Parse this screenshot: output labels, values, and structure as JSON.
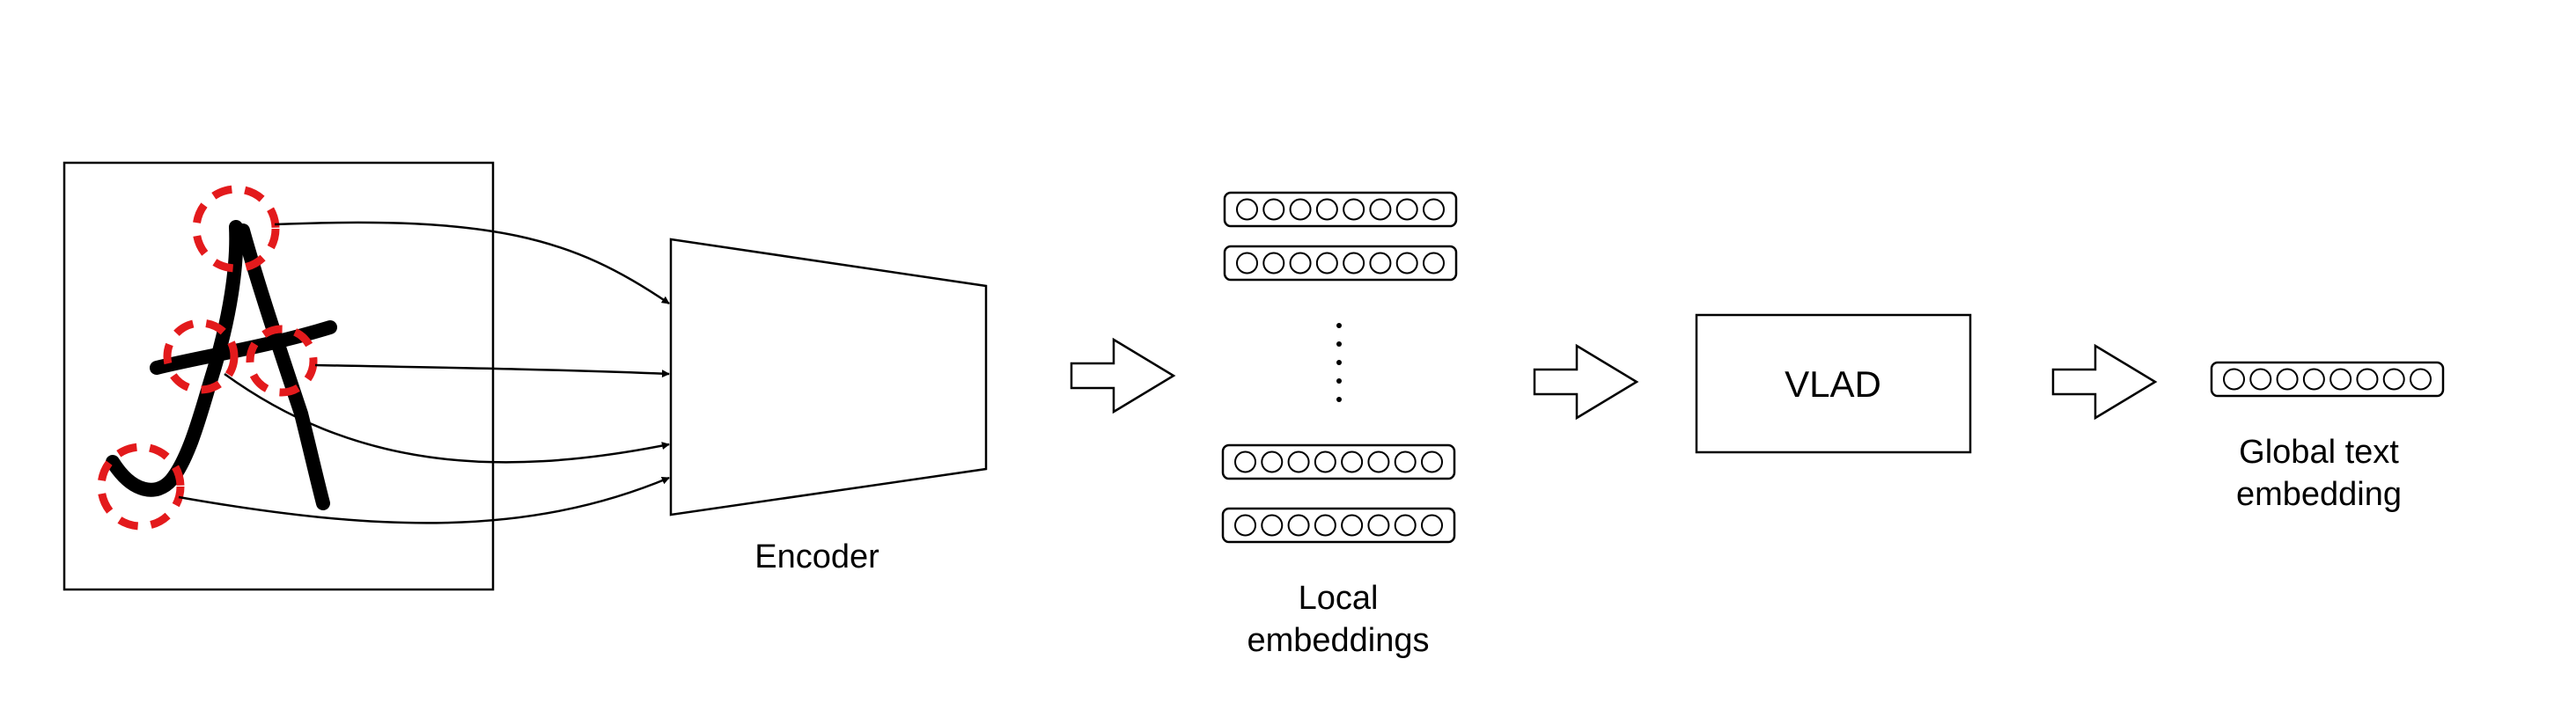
{
  "labels": {
    "encoder": "Encoder",
    "local_line1": "Local",
    "local_line2": "embeddings",
    "vlad": "VLAD",
    "global_line1": "Global text",
    "global_line2": "embedding"
  },
  "embedding_vector": {
    "cells": 8
  },
  "colors": {
    "stroke": "#000000",
    "highlight": "#e31a1c",
    "background": "#ffffff"
  }
}
